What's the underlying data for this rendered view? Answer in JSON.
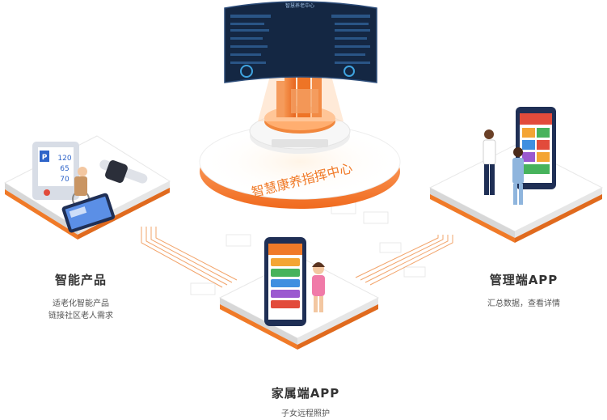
{
  "center": {
    "title": "智慧康养指挥中心",
    "screen_header": "智慧养老中心"
  },
  "nodes": [
    {
      "title": "智能产品",
      "lines": [
        "适老化智能产品",
        "链接社区老人需求"
      ]
    },
    {
      "title": "管理端APP",
      "lines": [
        "汇总数据，查看详情"
      ]
    },
    {
      "title": "家属端APP",
      "lines": [
        "子女远程照护"
      ]
    }
  ],
  "device_readings": [
    "120",
    "65",
    "70"
  ],
  "colors": {
    "orange": "#f07a28",
    "orange_dark": "#d4601a",
    "platform_top": "#f7f7f7",
    "screen_bg": "#142743",
    "phone_frame": "#1f2f55"
  }
}
